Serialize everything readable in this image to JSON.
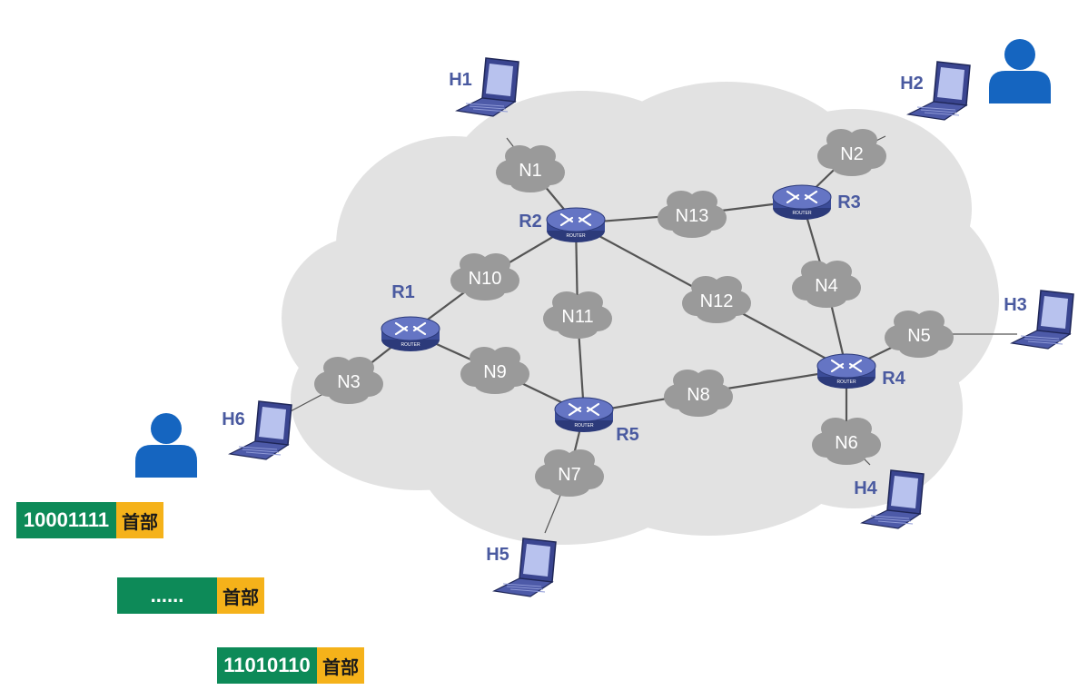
{
  "colors": {
    "cloud_bg": "#e2e2e2",
    "small_cloud": "#9a9a9a",
    "router_label": "#4a5aa0",
    "host_label": "#4a5aa0",
    "user_icon": "#1565c0",
    "link": "#555555",
    "packet_data": "#0d8a58",
    "packet_header": "#f5b21a"
  },
  "routers": [
    {
      "id": "R1",
      "label": "R1",
      "badge": "ROUTER"
    },
    {
      "id": "R2",
      "label": "R2",
      "badge": "ROUTER"
    },
    {
      "id": "R3",
      "label": "R3",
      "badge": "ROUTER"
    },
    {
      "id": "R4",
      "label": "R4",
      "badge": "ROUTER"
    },
    {
      "id": "R5",
      "label": "R5",
      "badge": "ROUTER"
    }
  ],
  "networks": [
    {
      "id": "N1",
      "label": "N1"
    },
    {
      "id": "N2",
      "label": "N2"
    },
    {
      "id": "N3",
      "label": "N3"
    },
    {
      "id": "N4",
      "label": "N4"
    },
    {
      "id": "N5",
      "label": "N5"
    },
    {
      "id": "N6",
      "label": "N6"
    },
    {
      "id": "N7",
      "label": "N7"
    },
    {
      "id": "N8",
      "label": "N8"
    },
    {
      "id": "N9",
      "label": "N9"
    },
    {
      "id": "N10",
      "label": "N10"
    },
    {
      "id": "N11",
      "label": "N11"
    },
    {
      "id": "N12",
      "label": "N12"
    },
    {
      "id": "N13",
      "label": "N13"
    }
  ],
  "hosts": [
    {
      "id": "H1",
      "label": "H1"
    },
    {
      "id": "H2",
      "label": "H2"
    },
    {
      "id": "H3",
      "label": "H3"
    },
    {
      "id": "H4",
      "label": "H4"
    },
    {
      "id": "H5",
      "label": "H5"
    },
    {
      "id": "H6",
      "label": "H6"
    }
  ],
  "links": [
    [
      "H1",
      "N1"
    ],
    [
      "N1",
      "R2"
    ],
    [
      "R2",
      "N13"
    ],
    [
      "N13",
      "R3"
    ],
    [
      "R3",
      "N2"
    ],
    [
      "N2",
      "H2"
    ],
    [
      "R3",
      "N4"
    ],
    [
      "N4",
      "R4"
    ],
    [
      "R4",
      "N5"
    ],
    [
      "N5",
      "H3"
    ],
    [
      "R4",
      "N6"
    ],
    [
      "N6",
      "H4"
    ],
    [
      "R2",
      "N10"
    ],
    [
      "N10",
      "R1"
    ],
    [
      "R2",
      "N11"
    ],
    [
      "N11",
      "R5"
    ],
    [
      "R2",
      "N12"
    ],
    [
      "N12",
      "R4"
    ],
    [
      "R1",
      "N9"
    ],
    [
      "N9",
      "R5"
    ],
    [
      "R1",
      "N3"
    ],
    [
      "N3",
      "H6"
    ],
    [
      "R5",
      "N8"
    ],
    [
      "N8",
      "R4"
    ],
    [
      "R5",
      "N7"
    ],
    [
      "N7",
      "H5"
    ]
  ],
  "users": [
    {
      "id": "user-top-right"
    },
    {
      "id": "user-left"
    }
  ],
  "packets": [
    {
      "data": "10001111",
      "header": "首部"
    },
    {
      "data": "......",
      "header": "首部"
    },
    {
      "data": "11010110",
      "header": "首部"
    }
  ]
}
